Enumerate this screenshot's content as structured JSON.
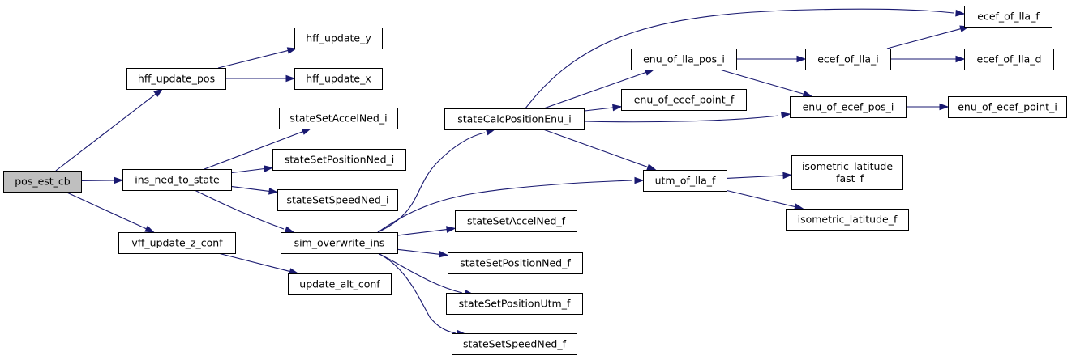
{
  "graph": {
    "root": "pos_est_cb",
    "colors": {
      "edge": "#191970",
      "root_fill": "#bfbfbf",
      "node_fill": "#ffffff"
    },
    "nodes": [
      {
        "id": "pos_est_cb",
        "lines": [
          "pos_est_cb"
        ]
      },
      {
        "id": "hff_update_pos",
        "lines": [
          "hff_update_pos"
        ]
      },
      {
        "id": "hff_update_y",
        "lines": [
          "hff_update_y"
        ]
      },
      {
        "id": "hff_update_x",
        "lines": [
          "hff_update_x"
        ]
      },
      {
        "id": "ins_ned_to_state",
        "lines": [
          "ins_ned_to_state"
        ]
      },
      {
        "id": "stateSetAccelNed_i",
        "lines": [
          "stateSetAccelNed_i"
        ]
      },
      {
        "id": "stateSetPositionNed_i",
        "lines": [
          "stateSetPositionNed_i"
        ]
      },
      {
        "id": "stateSetSpeedNed_i",
        "lines": [
          "stateSetSpeedNed_i"
        ]
      },
      {
        "id": "sim_overwrite_ins",
        "lines": [
          "sim_overwrite_ins"
        ]
      },
      {
        "id": "vff_update_z_conf",
        "lines": [
          "vff_update_z_conf"
        ]
      },
      {
        "id": "update_alt_conf",
        "lines": [
          "update_alt_conf"
        ]
      },
      {
        "id": "stateCalcPositionEnu_i",
        "lines": [
          "stateCalcPositionEnu_i"
        ]
      },
      {
        "id": "stateSetAccelNed_f",
        "lines": [
          "stateSetAccelNed_f"
        ]
      },
      {
        "id": "stateSetPositionNed_f",
        "lines": [
          "stateSetPositionNed_f"
        ]
      },
      {
        "id": "stateSetPositionUtm_f",
        "lines": [
          "stateSetPositionUtm_f"
        ]
      },
      {
        "id": "stateSetSpeedNed_f",
        "lines": [
          "stateSetSpeedNed_f"
        ]
      },
      {
        "id": "enu_of_lla_pos_i",
        "lines": [
          "enu_of_lla_pos_i"
        ]
      },
      {
        "id": "enu_of_ecef_point_f",
        "lines": [
          "enu_of_ecef_point_f"
        ]
      },
      {
        "id": "utm_of_lla_f",
        "lines": [
          "utm_of_lla_f"
        ]
      },
      {
        "id": "ecef_of_lla_f",
        "lines": [
          "ecef_of_lla_f"
        ]
      },
      {
        "id": "ecef_of_lla_i",
        "lines": [
          "ecef_of_lla_i"
        ]
      },
      {
        "id": "enu_of_ecef_pos_i",
        "lines": [
          "enu_of_ecef_pos_i"
        ]
      },
      {
        "id": "isometric_latitude_fast_f",
        "lines": [
          "isometric_latitude",
          "_fast_f"
        ]
      },
      {
        "id": "isometric_latitude_f",
        "lines": [
          "isometric_latitude_f"
        ]
      },
      {
        "id": "ecef_of_lla_d",
        "lines": [
          "ecef_of_lla_d"
        ]
      },
      {
        "id": "enu_of_ecef_point_i",
        "lines": [
          "enu_of_ecef_point_i"
        ]
      }
    ],
    "edges": [
      [
        "pos_est_cb",
        "hff_update_pos"
      ],
      [
        "pos_est_cb",
        "ins_ned_to_state"
      ],
      [
        "pos_est_cb",
        "vff_update_z_conf"
      ],
      [
        "hff_update_pos",
        "hff_update_y"
      ],
      [
        "hff_update_pos",
        "hff_update_x"
      ],
      [
        "ins_ned_to_state",
        "stateSetAccelNed_i"
      ],
      [
        "ins_ned_to_state",
        "stateSetPositionNed_i"
      ],
      [
        "ins_ned_to_state",
        "stateSetSpeedNed_i"
      ],
      [
        "ins_ned_to_state",
        "sim_overwrite_ins"
      ],
      [
        "vff_update_z_conf",
        "update_alt_conf"
      ],
      [
        "sim_overwrite_ins",
        "stateCalcPositionEnu_i"
      ],
      [
        "sim_overwrite_ins",
        "utm_of_lla_f"
      ],
      [
        "sim_overwrite_ins",
        "stateSetAccelNed_f"
      ],
      [
        "sim_overwrite_ins",
        "stateSetPositionNed_f"
      ],
      [
        "sim_overwrite_ins",
        "stateSetPositionUtm_f"
      ],
      [
        "sim_overwrite_ins",
        "stateSetSpeedNed_f"
      ],
      [
        "stateCalcPositionEnu_i",
        "ecef_of_lla_f"
      ],
      [
        "stateCalcPositionEnu_i",
        "enu_of_lla_pos_i"
      ],
      [
        "stateCalcPositionEnu_i",
        "enu_of_ecef_point_f"
      ],
      [
        "stateCalcPositionEnu_i",
        "enu_of_ecef_pos_i"
      ],
      [
        "stateCalcPositionEnu_i",
        "utm_of_lla_f"
      ],
      [
        "enu_of_lla_pos_i",
        "ecef_of_lla_i"
      ],
      [
        "enu_of_lla_pos_i",
        "enu_of_ecef_pos_i"
      ],
      [
        "ecef_of_lla_i",
        "ecef_of_lla_f"
      ],
      [
        "ecef_of_lla_i",
        "ecef_of_lla_d"
      ],
      [
        "enu_of_ecef_pos_i",
        "enu_of_ecef_point_i"
      ],
      [
        "utm_of_lla_f",
        "isometric_latitude_fast_f"
      ],
      [
        "utm_of_lla_f",
        "isometric_latitude_f"
      ]
    ]
  }
}
